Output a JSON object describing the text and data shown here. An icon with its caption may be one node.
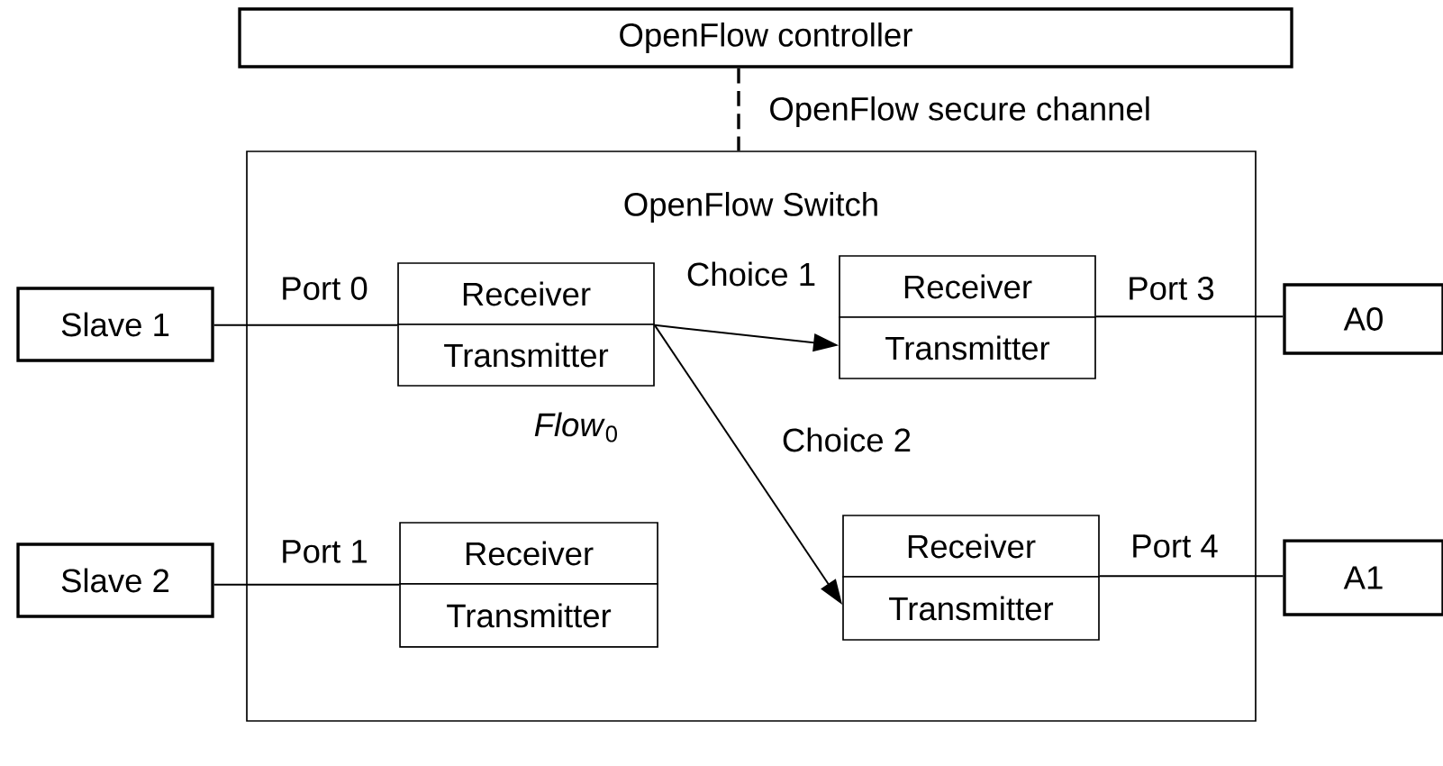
{
  "diagram": {
    "nodes": [
      {
        "text": [
          "OpenFlow controller"
        ]
      },
      {
        "text": [
          "OpenFlow Switch"
        ]
      },
      {
        "text": [
          "Slave 1"
        ]
      },
      {
        "text": [
          "Slave 2"
        ]
      },
      {
        "text": [
          "A0"
        ]
      },
      {
        "text": [
          "A1"
        ]
      },
      {
        "text": [
          "Receiver"
        ],
        "in": 1
      },
      {
        "text": [
          "Transmitter"
        ],
        "in": 1
      },
      {
        "text": [
          "Receiver"
        ],
        "in": 1
      },
      {
        "text": [
          "Transmitter"
        ],
        "in": 1
      },
      {
        "text": [
          "Receiver"
        ],
        "in": 1
      },
      {
        "text": [
          "Transmitter"
        ],
        "in": 1
      },
      {
        "text": [
          "Receiver"
        ],
        "in": 1
      },
      {
        "text": [
          "Transmitter"
        ],
        "in": 1
      }
    ],
    "edges": [
      {
        "from": 0,
        "to": 1,
        "arrow": "none",
        "style": "dashed",
        "label": "OpenFlow secure channel"
      },
      {
        "from": 2,
        "to": 6,
        "arrow": "none",
        "label": "Port 0"
      },
      {
        "from": 3,
        "to": 8,
        "arrow": "none",
        "label": "Port 1"
      },
      {
        "from": 11,
        "to": 4,
        "arrow": "none",
        "label": "Port 3"
      },
      {
        "from": 13,
        "to": 5,
        "arrow": "none",
        "label": "Port 4"
      },
      {
        "from": 6,
        "to": 11,
        "arrow": "to",
        "label": "Choice 1"
      },
      {
        "from": 6,
        "to": 13,
        "arrow": "to",
        "label": "Choice 2"
      }
    ],
    "labels": [
      "*Flow*$_{0}$"
    ]
  }
}
